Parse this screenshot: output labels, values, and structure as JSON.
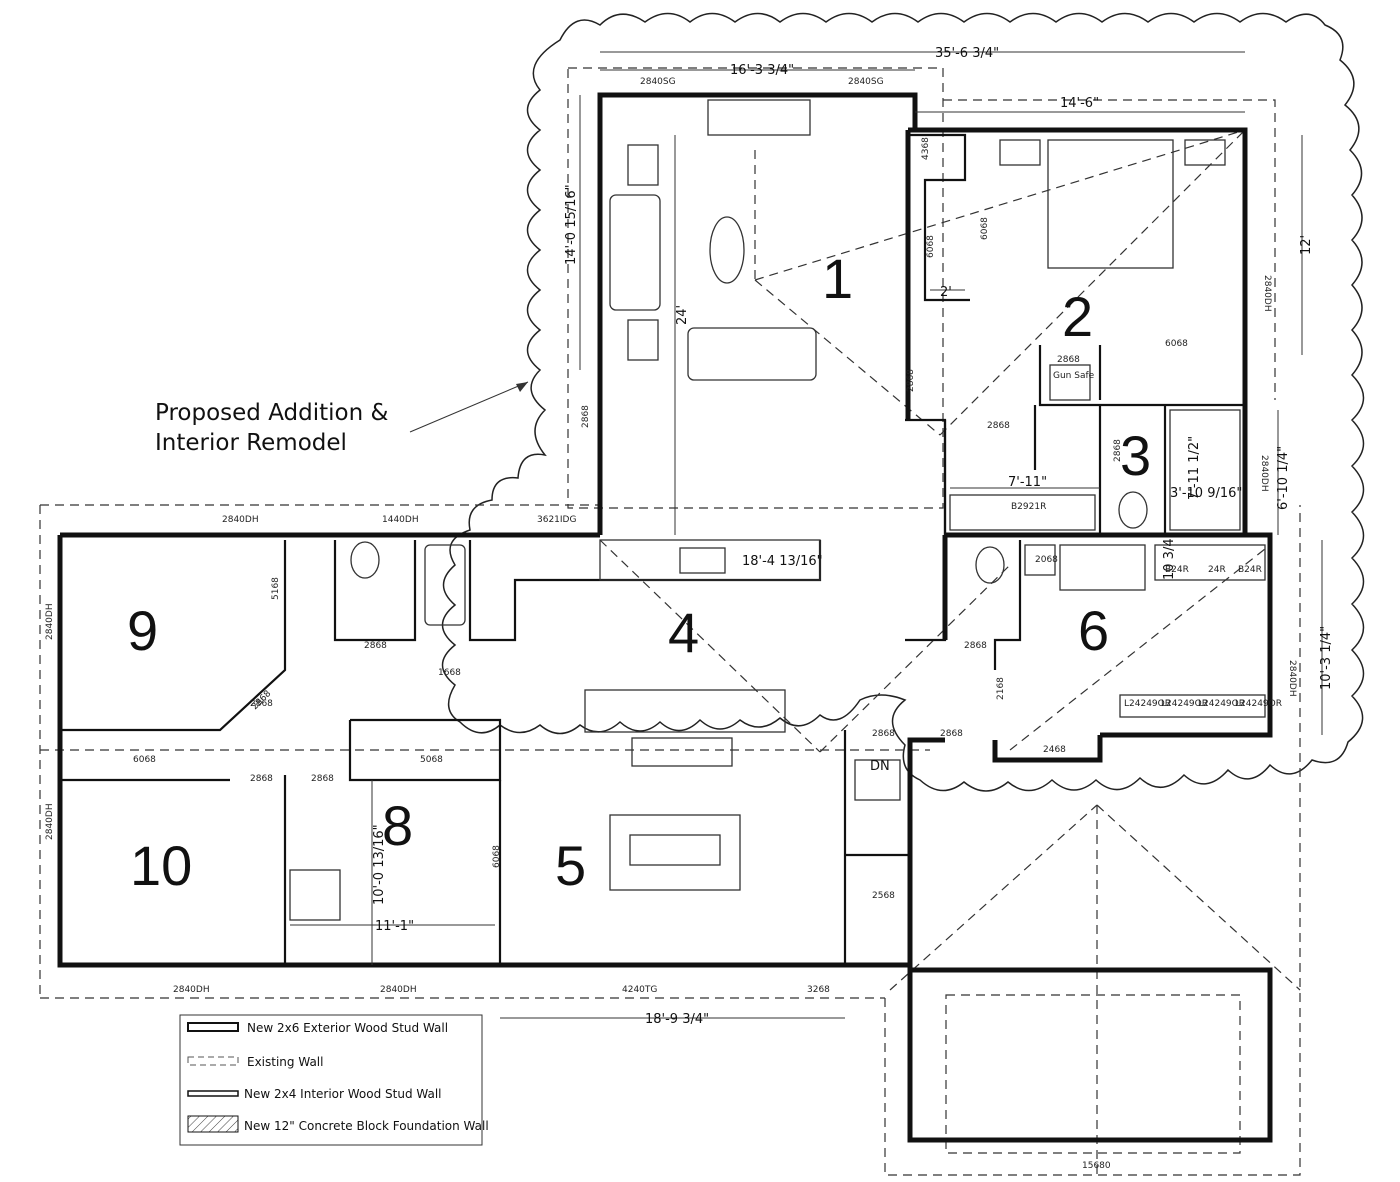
{
  "callout": {
    "line1": "Proposed Addition &",
    "line2": "Interior Remodel"
  },
  "rooms": [
    "1",
    "2",
    "3",
    "4",
    "5",
    "6",
    "8",
    "9",
    "10"
  ],
  "dimensions": {
    "overall_width": "35'-6 3/4\"",
    "room1_width": "16'-3 3/4\"",
    "room2_width": "14'-6\"",
    "room2_height": "12'",
    "left_height": "14'-0 15/16\"",
    "room1_depth": "24'",
    "kitchen_width": "18'-4 13/16\"",
    "closet_width": "2'",
    "bath_width": "7'-11\"",
    "bath_a": "7'-11 1/2\"",
    "bath_b": "3'-10 9/16\"",
    "right_a": "6'-10 1/4\"",
    "laundry_a": "10 3/4\"",
    "right_b": "10'-3 1/4\"",
    "room8_height": "10'-0 13/16\"",
    "room8_width": "11'-1\"",
    "bottom_width": "18'-9 3/4\""
  },
  "tags": {
    "w1": "2840SG",
    "w2": "2840SG",
    "w3": "2840DH",
    "w4": "1440DH",
    "w5": "3621IDG",
    "w6": "2840DH",
    "w7": "2840DH",
    "w8": "2840DH",
    "w9": "2840DH",
    "w10": "4240TG",
    "w11": "2840DH",
    "w12": "2840DH",
    "w13": "2840DH",
    "d1": "2868",
    "d2": "2868",
    "d3": "2868",
    "d4": "2868",
    "d5": "2868",
    "d6": "2868",
    "d7": "2868",
    "d8": "2868",
    "d9": "2868",
    "d10": "1668",
    "d11": "5068",
    "d12": "6068",
    "d13": "6068",
    "d14": "3268",
    "d15": "2568",
    "d16": "6068",
    "d17": "6068",
    "d18": "2168",
    "d19": "2868",
    "d20": "2868",
    "d21": "2468",
    "d22": "2868",
    "d23": "5168",
    "d24": "4368",
    "d25": "6068",
    "d26": "2068",
    "d27": "2868",
    "gunsafe": "Gun Safe",
    "b24r_1": "B24R",
    "b24r_2": "24R",
    "b24r_3": "B24R",
    "u1": "L24249OR",
    "u2": "L24249OR",
    "u3": "L24249OR",
    "u4": "L24249OR",
    "b2921r": "B2921R",
    "garage": "15680",
    "stairs": "DN"
  },
  "legend": [
    {
      "label": "New 2x6 Exterior Wood Stud Wall"
    },
    {
      "label": "Existing Wall"
    },
    {
      "label": "New 2x4 Interior Wood Stud Wall"
    },
    {
      "label": "New 12\" Concrete Block Foundation Wall"
    }
  ]
}
